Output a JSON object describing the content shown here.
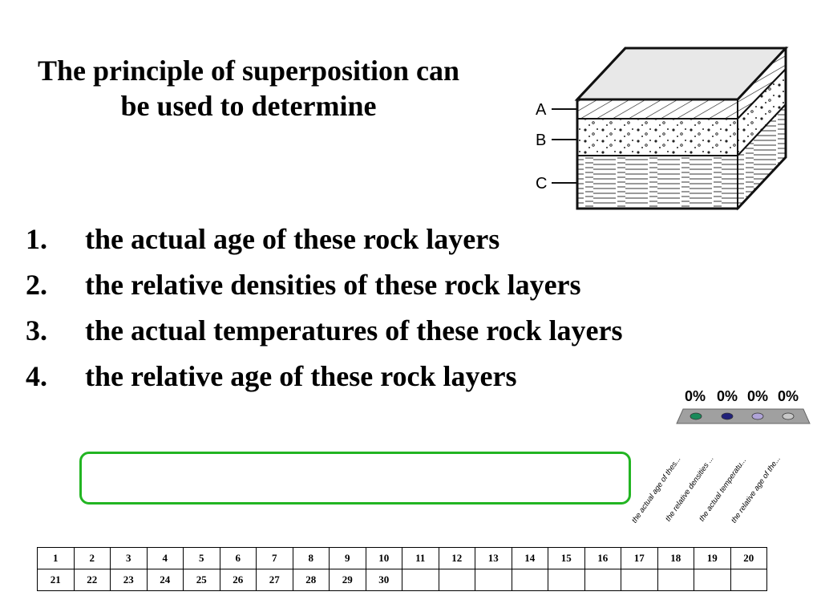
{
  "title": "The principle of superposition can be used to determine",
  "options": [
    {
      "num": "1.",
      "text": "the actual age of these rock layers"
    },
    {
      "num": "2.",
      "text": "the relative densities of these rock layers"
    },
    {
      "num": "3.",
      "text": "the actual temperatures of these rock layers"
    },
    {
      "num": "4.",
      "text": "the relative age of these rock layers"
    }
  ],
  "diagram": {
    "layer_labels": [
      "A",
      "B",
      "C"
    ]
  },
  "poll": {
    "percentages": [
      "0%",
      "0%",
      "0%",
      "0%"
    ],
    "bar_labels": [
      "the actual age of thes...",
      "the relative densities ...",
      "the actual temperatu...",
      "the relative age of the..."
    ],
    "dot_colors": [
      "#1a8a5a",
      "#22227a",
      "#b0a4d8",
      "#c8c8c8"
    ]
  },
  "grid": {
    "rows": [
      [
        "1",
        "2",
        "3",
        "4",
        "5",
        "6",
        "7",
        "8",
        "9",
        "10",
        "11",
        "12",
        "13",
        "14",
        "15",
        "16",
        "17",
        "18",
        "19",
        "20"
      ],
      [
        "21",
        "22",
        "23",
        "24",
        "25",
        "26",
        "27",
        "28",
        "29",
        "30",
        "",
        "",
        "",
        "",
        "",
        "",
        "",
        "",
        "",
        ""
      ]
    ]
  }
}
